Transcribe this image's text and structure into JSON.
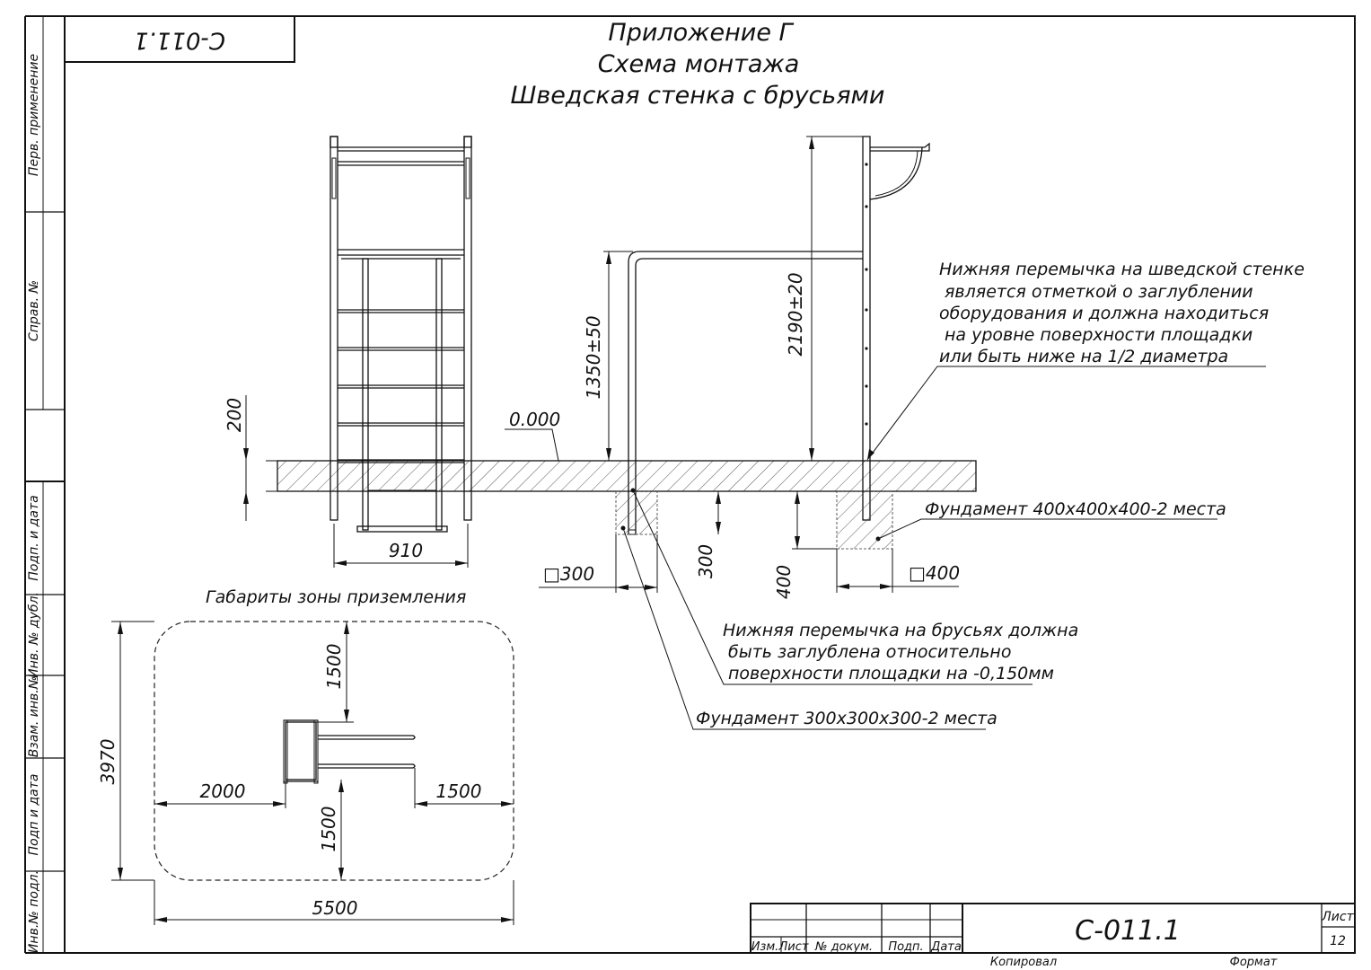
{
  "sheet": {
    "code_stamp": "С-011.1",
    "title_lines": [
      "Приложение Г",
      "Схема монтажа",
      "Шведская стенка с брусьями"
    ]
  },
  "side_labels": [
    "Перв. применение",
    "Справ. №",
    "Подп. и дата",
    "Инв. № дубл.",
    "Взам. инв.№",
    "Подп и дата",
    "Инв.№ подл."
  ],
  "dimensions": {
    "h200": "200",
    "w910": "910",
    "level": "0.000",
    "h1350": "1350±50",
    "h2190": "2190±20",
    "sq300": "□300",
    "d300": "300",
    "d400": "400",
    "sq400": "□400"
  },
  "notes": {
    "wall_note": [
      "Нижняя перемычка на шведской стенке",
      "является отметкой  о заглублении",
      "оборудования и должна находиться",
      "на уровне поверхности площадки",
      "или быть ниже на 1/2 диаметра"
    ],
    "foundation_400": "Фундамент 400х400х400-2 места",
    "bars_note": [
      "Нижняя перемычка на брусьях должна",
      "быть заглублена относительно",
      "поверхности площадки на -0,150мм"
    ],
    "foundation_300": "Фундамент 300х300х300-2 места"
  },
  "landing_zone": {
    "title": "Габариты зоны приземления",
    "d1500_top": "1500",
    "d3970": "3970",
    "d2000": "2000",
    "d1500_right": "1500",
    "d1500_bottom": "1500",
    "d5500": "5500"
  },
  "title_block": {
    "cols": [
      "Изм.",
      "Лист",
      "№ докум.",
      "Подп.",
      "Дата"
    ],
    "doc_code": "С-011.1",
    "sheet_label": "Лист",
    "sheet_num": "12",
    "copied": "Копировал",
    "format": "Формат"
  }
}
